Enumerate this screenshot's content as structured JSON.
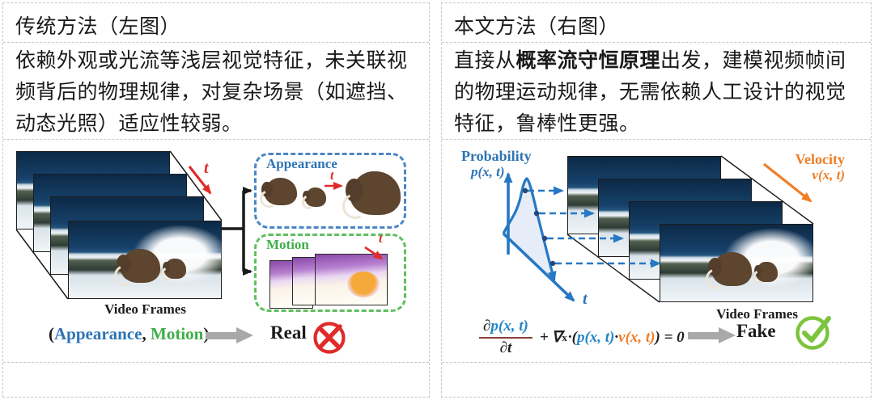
{
  "panels": {
    "left": {
      "header": "传统方法（左图）",
      "description": "依赖外观或光流等浅层视觉特征，未关联视频背后的物理规律，对复杂场景（如遮挡、动态光照）适应性较弱。",
      "figure": {
        "time_label": "t",
        "video_frames_label": "Video Frames",
        "appearance_box": {
          "title": "Appearance",
          "time_label": "t"
        },
        "motion_box": {
          "title": "Motion",
          "time_label": "t"
        },
        "caption": {
          "open": "(",
          "appearance": "Appearance",
          "separator": ", ",
          "motion": "Motion",
          "close": ")"
        },
        "result_label": "Real",
        "result_icon": "red-cross-circle"
      }
    },
    "right": {
      "header": "本文方法（右图）",
      "description": {
        "pre": "直接从",
        "bold": "概率流守恒原理",
        "post": "出发，建模视频帧间的物理运动规律，无需依赖人工设计的视觉特征，鲁棒性更强。"
      },
      "figure": {
        "probability_label": "Probability",
        "probability_symbol": "p(x, t)",
        "time_label": "t",
        "velocity_label": "Velocity",
        "velocity_symbol": "v(x, t)",
        "video_frames_label": "Video Frames",
        "formula": {
          "numerator_partial": "∂",
          "numerator_p": "p(x, t)",
          "denominator": "∂t",
          "plus": "+",
          "nabla": "∇",
          "nabla_sub": "x",
          "open": "·(",
          "p_term": "p(x, t)",
          "cdot": "·",
          "v_term": "v(x, t)",
          "close": ") = 0"
        },
        "result_label": "Fake",
        "result_icon": "green-check-circle"
      }
    }
  },
  "colors": {
    "blue": "#2e74b5",
    "green": "#3fae49",
    "red": "#e02b2b",
    "orange": "#f07e26",
    "check_green": "#7cc43f",
    "arrow_gray": "#a9a9a9"
  }
}
